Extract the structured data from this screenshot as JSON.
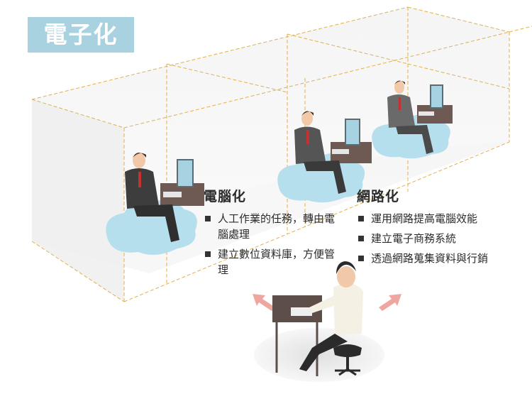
{
  "title": "電子化",
  "sections": [
    {
      "heading": "電腦化",
      "bullets": [
        "人工作業的任務，轉由電腦處理",
        "建立數位資料庫，方便管理"
      ]
    },
    {
      "heading": "網路化",
      "bullets": [
        "運用網路提高電腦效能",
        "建立電子商務系統",
        "透過網路蒐集資料與行銷"
      ]
    }
  ],
  "colors": {
    "badge": "#a8d2e0",
    "cloud": "#b6dfee",
    "guide": "#e0b050",
    "arrow": "#f0a6a0",
    "suit": "#3d3d3d"
  }
}
